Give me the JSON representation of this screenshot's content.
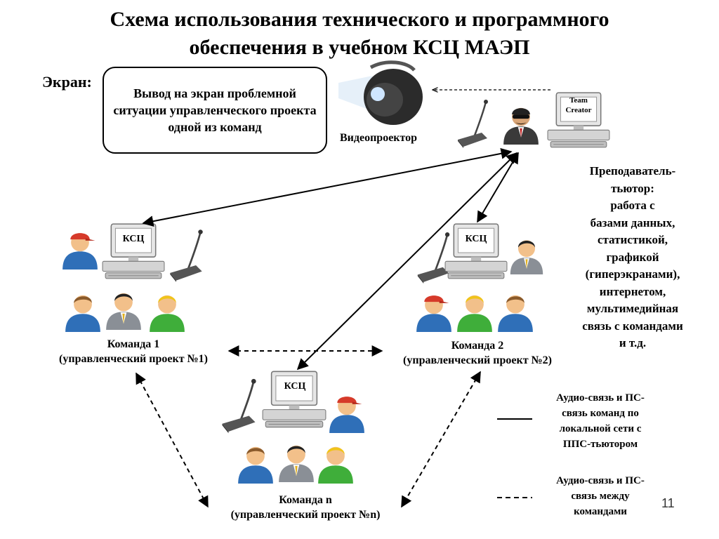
{
  "title": {
    "line1": "Схема использования технического и программного",
    "line2": "обеспечения в учебном КСЦ МАЭП"
  },
  "screen": {
    "label": "Экран:",
    "box_text": "Вывод на экран проблемной ситуации управленческого проекта одной из команд"
  },
  "projector": {
    "label": "Видеопроектор"
  },
  "tutor_station": {
    "monitor_line1": "Team",
    "monitor_line2": "Creator"
  },
  "ksc_label": "КСЦ",
  "teams": [
    {
      "name": "Команда 1",
      "project": "(управленческий проект №1)"
    },
    {
      "name": "Команда 2",
      "project": "(управленческий проект №2)"
    },
    {
      "name": "Команда n",
      "project": "(управленческий проект №n)"
    }
  ],
  "tutor": {
    "lines": [
      "Преподаватель-",
      "тьютор:",
      "работа с",
      "базами данных,",
      "статистикой,",
      "графикой",
      "(гиперэкранами),",
      "интернетом,",
      "мультимедийная",
      "связь с командами",
      "и т.д."
    ]
  },
  "legend": {
    "solid": [
      "Аудио-связь и ПС-",
      "связь команд по",
      "локальной сети с",
      "ППС-тьютором"
    ],
    "dashed": [
      "Аудио-связь и ПС-",
      "связь между",
      "командами"
    ]
  },
  "page_number": "11",
  "colors": {
    "blue_person": "#2f6fb8",
    "green_person": "#3fae3a",
    "gray_suit": "#8a8f96",
    "red_cap": "#d63a2a",
    "skin": "#f2c08a"
  }
}
